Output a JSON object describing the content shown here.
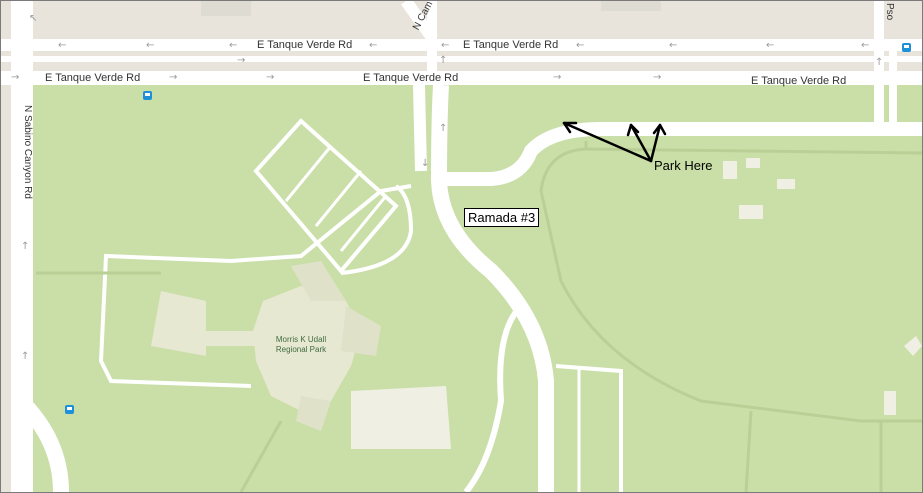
{
  "map": {
    "roads": {
      "tanque_verde_north": "E Tanque Verde Rd",
      "tanque_verde_south": "E Tanque Verde Rd",
      "sabino_canyon": "N Sabino Canyon Rd",
      "n_cam": "N Cam",
      "pso": "Pso"
    },
    "park_name": "Morris K Udall Regional Park",
    "annotations": {
      "ramada": "Ramada #3",
      "park_here": "Park Here"
    },
    "icons": {
      "transit": "bus-stop-icon",
      "arrow": "arrow-icon"
    },
    "colors": {
      "park": "#c9dfa7",
      "road": "#ffffff",
      "urban": "#e8e4dc",
      "building": "#e7e8d2",
      "transit": "#1e90d8"
    }
  }
}
